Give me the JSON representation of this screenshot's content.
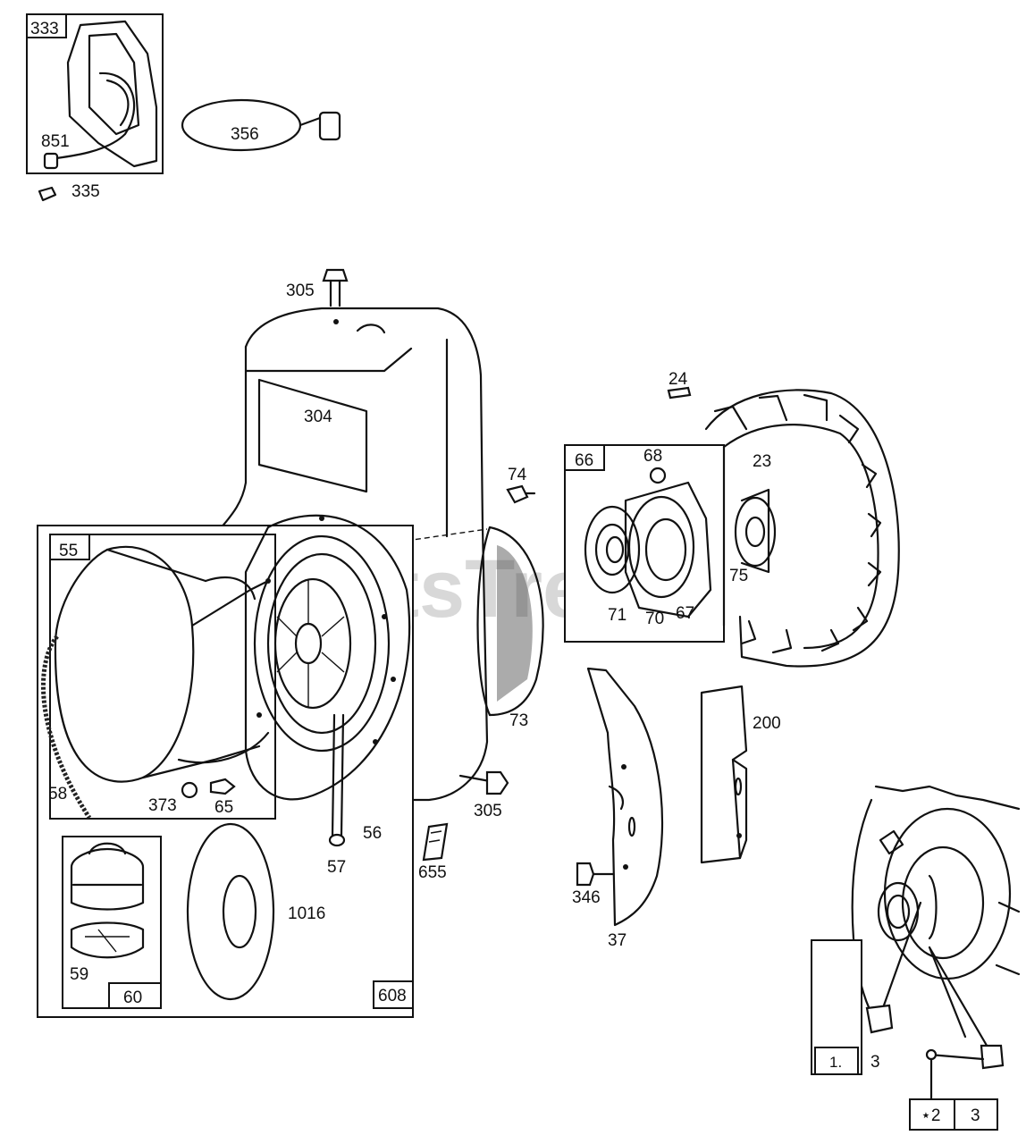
{
  "watermark": "PartsTree",
  "parts": {
    "p333": "333",
    "p851": "851",
    "p335": "335",
    "p356": "356",
    "p305_top": "305",
    "p304": "304",
    "p24": "24",
    "p74": "74",
    "p66": "66",
    "p68": "68",
    "p23": "23",
    "p75": "75",
    "p71": "71",
    "p70": "70",
    "p67": "67",
    "p55": "55",
    "p73": "73",
    "p200": "200",
    "p58": "58",
    "p373": "373",
    "p65": "65",
    "p56": "56",
    "p305_bot": "305",
    "p57": "57",
    "p655": "655",
    "p346": "346",
    "p37": "37",
    "p1016": "1016",
    "p59": "59",
    "p60": "60",
    "p608": "608",
    "p1": "1.",
    "p3a": "3",
    "p2": "⋆2",
    "p3b": "3"
  }
}
